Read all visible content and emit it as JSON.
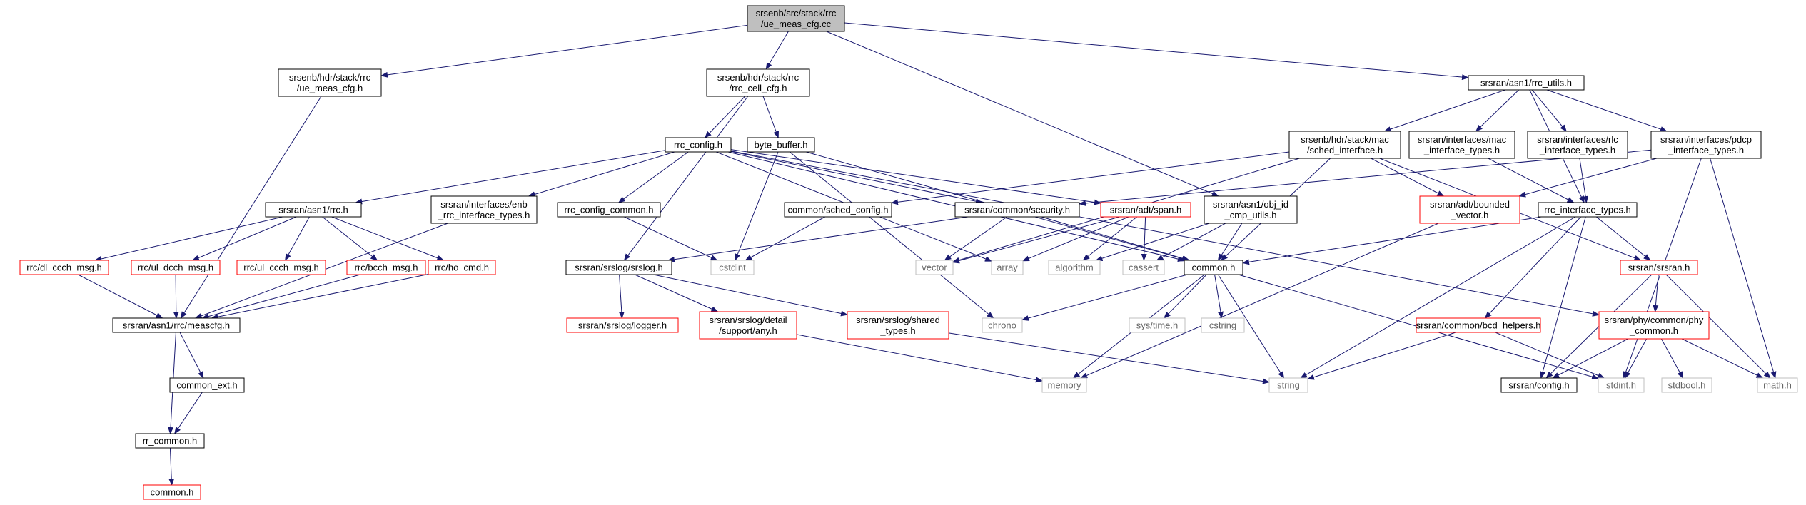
{
  "colors": {
    "edge": "#191970",
    "root_fill": "#bfbfbf",
    "border_default": "#000000",
    "border_truncated": "#ff0000",
    "border_system": "#bfbfbf",
    "text_system": "#666666"
  },
  "nodes": [
    {
      "id": "root",
      "lines": [
        "srsenb/src/stack/rrc",
        "/ue_meas_cfg.cc"
      ],
      "kind": "root"
    },
    {
      "id": "ue_meas_cfg_h",
      "lines": [
        "srsenb/hdr/stack/rrc",
        "/ue_meas_cfg.h"
      ],
      "kind": "default"
    },
    {
      "id": "rrc_cell_cfg_h",
      "lines": [
        "srsenb/hdr/stack/rrc",
        "/rrc_cell_cfg.h"
      ],
      "kind": "default"
    },
    {
      "id": "rrc_utils_h",
      "lines": [
        "srsran/asn1/rrc_utils.h"
      ],
      "kind": "default"
    },
    {
      "id": "rrc_config_h",
      "lines": [
        "rrc_config.h"
      ],
      "kind": "default"
    },
    {
      "id": "byte_buffer_h",
      "lines": [
        "byte_buffer.h"
      ],
      "kind": "default"
    },
    {
      "id": "sched_interface_h",
      "lines": [
        "srsenb/hdr/stack/mac",
        "/sched_interface.h"
      ],
      "kind": "default"
    },
    {
      "id": "mac_interface_types_h",
      "lines": [
        "srsran/interfaces/mac",
        "_interface_types.h"
      ],
      "kind": "default"
    },
    {
      "id": "rlc_interface_types_h",
      "lines": [
        "srsran/interfaces/rlc",
        "_interface_types.h"
      ],
      "kind": "default"
    },
    {
      "id": "pdcp_interface_types_h",
      "lines": [
        "srsran/interfaces/pdcp",
        "_interface_types.h"
      ],
      "kind": "default"
    },
    {
      "id": "rrc_h",
      "lines": [
        "srsran/asn1/rrc.h"
      ],
      "kind": "default"
    },
    {
      "id": "enb_rrc_interface_types_h",
      "lines": [
        "srsran/interfaces/enb",
        "_rrc_interface_types.h"
      ],
      "kind": "default"
    },
    {
      "id": "rrc_config_common_h",
      "lines": [
        "rrc_config_common.h"
      ],
      "kind": "default"
    },
    {
      "id": "sched_config_h",
      "lines": [
        "common/sched_config.h"
      ],
      "kind": "default"
    },
    {
      "id": "security_h",
      "lines": [
        "srsran/common/security.h"
      ],
      "kind": "default"
    },
    {
      "id": "span_h",
      "lines": [
        "srsran/adt/span.h"
      ],
      "kind": "truncated"
    },
    {
      "id": "obj_id_cmp_utils_h",
      "lines": [
        "srsran/asn1/obj_id",
        "_cmp_utils.h"
      ],
      "kind": "default"
    },
    {
      "id": "bounded_vector_h",
      "lines": [
        "srsran/adt/bounded",
        "_vector.h"
      ],
      "kind": "truncated"
    },
    {
      "id": "rrc_interface_types_h",
      "lines": [
        "rrc_interface_types.h"
      ],
      "kind": "default"
    },
    {
      "id": "dl_ccch_msg_h",
      "lines": [
        "rrc/dl_ccch_msg.h"
      ],
      "kind": "truncated"
    },
    {
      "id": "ul_dcch_msg_h",
      "lines": [
        "rrc/ul_dcch_msg.h"
      ],
      "kind": "truncated"
    },
    {
      "id": "ul_ccch_msg_h",
      "lines": [
        "rrc/ul_ccch_msg.h"
      ],
      "kind": "truncated"
    },
    {
      "id": "bcch_msg_h",
      "lines": [
        "rrc/bcch_msg.h"
      ],
      "kind": "truncated"
    },
    {
      "id": "ho_cmd_h",
      "lines": [
        "rrc/ho_cmd.h"
      ],
      "kind": "truncated"
    },
    {
      "id": "srslog_h",
      "lines": [
        "srsran/srslog/srslog.h"
      ],
      "kind": "default"
    },
    {
      "id": "cstdint",
      "lines": [
        "cstdint"
      ],
      "kind": "system"
    },
    {
      "id": "vector",
      "lines": [
        "vector"
      ],
      "kind": "system"
    },
    {
      "id": "array",
      "lines": [
        "array"
      ],
      "kind": "system"
    },
    {
      "id": "algorithm",
      "lines": [
        "algorithm"
      ],
      "kind": "system"
    },
    {
      "id": "cassert",
      "lines": [
        "cassert"
      ],
      "kind": "system"
    },
    {
      "id": "common_h",
      "lines": [
        "common.h"
      ],
      "kind": "default"
    },
    {
      "id": "srsran_h",
      "lines": [
        "srsran/srsran.h"
      ],
      "kind": "truncated"
    },
    {
      "id": "meascfg_h",
      "lines": [
        "srsran/asn1/rrc/meascfg.h"
      ],
      "kind": "default"
    },
    {
      "id": "logger_h",
      "lines": [
        "srsran/srslog/logger.h"
      ],
      "kind": "truncated"
    },
    {
      "id": "any_h",
      "lines": [
        "srsran/srslog/detail",
        "/support/any.h"
      ],
      "kind": "truncated"
    },
    {
      "id": "shared_types_h",
      "lines": [
        "srsran/srslog/shared",
        "_types.h"
      ],
      "kind": "truncated"
    },
    {
      "id": "chrono",
      "lines": [
        "chrono"
      ],
      "kind": "system"
    },
    {
      "id": "sys_time_h",
      "lines": [
        "sys/time.h"
      ],
      "kind": "system"
    },
    {
      "id": "cstring",
      "lines": [
        "cstring"
      ],
      "kind": "system"
    },
    {
      "id": "bcd_helpers_h",
      "lines": [
        "srsran/common/bcd_helpers.h"
      ],
      "kind": "truncated"
    },
    {
      "id": "phy_common_h",
      "lines": [
        "srsran/phy/common/phy",
        "_common.h"
      ],
      "kind": "truncated"
    },
    {
      "id": "common_ext_h",
      "lines": [
        "common_ext.h"
      ],
      "kind": "default"
    },
    {
      "id": "memory",
      "lines": [
        "memory"
      ],
      "kind": "system"
    },
    {
      "id": "string",
      "lines": [
        "string"
      ],
      "kind": "system"
    },
    {
      "id": "config_h",
      "lines": [
        "srsran/config.h"
      ],
      "kind": "default"
    },
    {
      "id": "stdint_h",
      "lines": [
        "stdint.h"
      ],
      "kind": "system"
    },
    {
      "id": "stdbool_h",
      "lines": [
        "stdbool.h"
      ],
      "kind": "system"
    },
    {
      "id": "math_h",
      "lines": [
        "math.h"
      ],
      "kind": "system"
    },
    {
      "id": "rr_common_h",
      "lines": [
        "rr_common.h"
      ],
      "kind": "default"
    },
    {
      "id": "common_h_rrc",
      "lines": [
        "common.h"
      ],
      "kind": "truncated"
    }
  ],
  "edges": [
    [
      "root",
      "ue_meas_cfg_h"
    ],
    [
      "root",
      "rrc_cell_cfg_h"
    ],
    [
      "root",
      "obj_id_cmp_utils_h"
    ],
    [
      "root",
      "rrc_utils_h"
    ],
    [
      "ue_meas_cfg_h",
      "meascfg_h"
    ],
    [
      "rrc_cell_cfg_h",
      "rrc_config_h"
    ],
    [
      "rrc_cell_cfg_h",
      "byte_buffer_h"
    ],
    [
      "rrc_cell_cfg_h",
      "srslog_h"
    ],
    [
      "rrc_config_h",
      "rrc_h"
    ],
    [
      "rrc_config_h",
      "enb_rrc_interface_types_h"
    ],
    [
      "rrc_config_h",
      "rrc_config_common_h"
    ],
    [
      "rrc_config_h",
      "security_h"
    ],
    [
      "rrc_config_h",
      "span_h"
    ],
    [
      "rrc_config_h",
      "array"
    ],
    [
      "rrc_config_h",
      "common_h"
    ],
    [
      "rrc_config_h",
      "phy_common_h"
    ],
    [
      "byte_buffer_h",
      "cstdint"
    ],
    [
      "byte_buffer_h",
      "chrono"
    ],
    [
      "byte_buffer_h",
      "common_h"
    ],
    [
      "rrc_utils_h",
      "sched_interface_h"
    ],
    [
      "rrc_utils_h",
      "mac_interface_types_h"
    ],
    [
      "rrc_utils_h",
      "rlc_interface_types_h"
    ],
    [
      "rrc_utils_h",
      "pdcp_interface_types_h"
    ],
    [
      "rrc_utils_h",
      "rrc_interface_types_h"
    ],
    [
      "sched_interface_h",
      "sched_config_h"
    ],
    [
      "sched_interface_h",
      "vector"
    ],
    [
      "sched_interface_h",
      "common_h"
    ],
    [
      "sched_interface_h",
      "bounded_vector_h"
    ],
    [
      "sched_interface_h",
      "srsran_h"
    ],
    [
      "mac_interface_types_h",
      "rrc_interface_types_h"
    ],
    [
      "rlc_interface_types_h",
      "rrc_interface_types_h"
    ],
    [
      "pdcp_interface_types_h",
      "security_h"
    ],
    [
      "pdcp_interface_types_h",
      "bounded_vector_h"
    ],
    [
      "pdcp_interface_types_h",
      "stdint_h"
    ],
    [
      "pdcp_interface_types_h",
      "math_h"
    ],
    [
      "rrc_h",
      "dl_ccch_msg_h"
    ],
    [
      "rrc_h",
      "ul_dcch_msg_h"
    ],
    [
      "rrc_h",
      "ul_ccch_msg_h"
    ],
    [
      "rrc_h",
      "bcch_msg_h"
    ],
    [
      "rrc_h",
      "ho_cmd_h"
    ],
    [
      "enb_rrc_interface_types_h",
      "meascfg_h"
    ],
    [
      "rrc_config_common_h",
      "cstdint"
    ],
    [
      "sched_config_h",
      "cstdint"
    ],
    [
      "security_h",
      "srslog_h"
    ],
    [
      "security_h",
      "vector"
    ],
    [
      "security_h",
      "common_h"
    ],
    [
      "span_h",
      "vector"
    ],
    [
      "span_h",
      "array"
    ],
    [
      "span_h",
      "algorithm"
    ],
    [
      "span_h",
      "cassert"
    ],
    [
      "obj_id_cmp_utils_h",
      "algorithm"
    ],
    [
      "obj_id_cmp_utils_h",
      "cassert"
    ],
    [
      "obj_id_cmp_utils_h",
      "common_h"
    ],
    [
      "bounded_vector_h",
      "memory"
    ],
    [
      "rrc_interface_types_h",
      "common_h"
    ],
    [
      "rrc_interface_types_h",
      "srsran_h"
    ],
    [
      "rrc_interface_types_h",
      "bcd_helpers_h"
    ],
    [
      "rrc_interface_types_h",
      "config_h"
    ],
    [
      "rrc_interface_types_h",
      "string"
    ],
    [
      "dl_ccch_msg_h",
      "meascfg_h"
    ],
    [
      "ul_dcch_msg_h",
      "meascfg_h"
    ],
    [
      "bcch_msg_h",
      "meascfg_h"
    ],
    [
      "ho_cmd_h",
      "meascfg_h"
    ],
    [
      "srslog_h",
      "logger_h"
    ],
    [
      "srslog_h",
      "any_h"
    ],
    [
      "srslog_h",
      "shared_types_h"
    ],
    [
      "common_h",
      "chrono"
    ],
    [
      "common_h",
      "memory"
    ],
    [
      "common_h",
      "sys_time_h"
    ],
    [
      "common_h",
      "cstring"
    ],
    [
      "common_h",
      "string"
    ],
    [
      "common_h",
      "stdint_h"
    ],
    [
      "srsran_h",
      "phy_common_h"
    ],
    [
      "srsran_h",
      "config_h"
    ],
    [
      "srsran_h",
      "math_h"
    ],
    [
      "meascfg_h",
      "common_ext_h"
    ],
    [
      "meascfg_h",
      "rr_common_h"
    ],
    [
      "any_h",
      "memory"
    ],
    [
      "shared_types_h",
      "string"
    ],
    [
      "bcd_helpers_h",
      "string"
    ],
    [
      "bcd_helpers_h",
      "stdint_h"
    ],
    [
      "phy_common_h",
      "config_h"
    ],
    [
      "phy_common_h",
      "stdint_h"
    ],
    [
      "phy_common_h",
      "stdbool_h"
    ],
    [
      "phy_common_h",
      "math_h"
    ],
    [
      "common_ext_h",
      "rr_common_h"
    ],
    [
      "rr_common_h",
      "common_h_rrc"
    ]
  ]
}
